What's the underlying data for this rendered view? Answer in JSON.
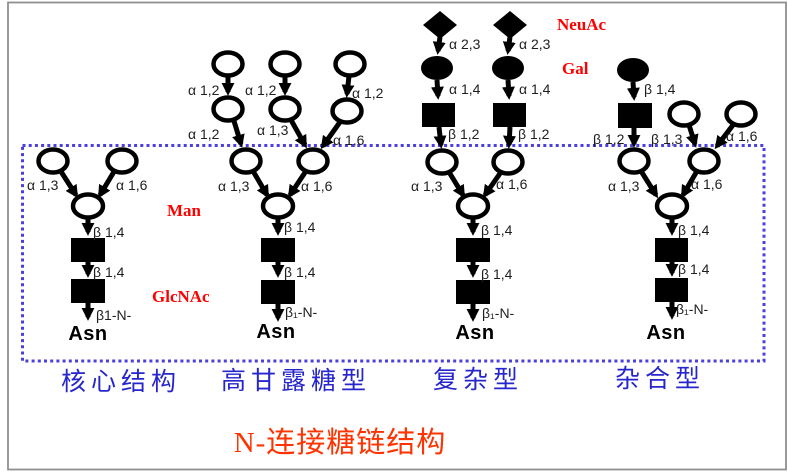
{
  "title": "N-连接糖链结构",
  "colors": {
    "accent_red": "#ff0000",
    "title_red": "#ff3300",
    "label_blue": "#2626cc",
    "dotted_border": "#4c3fe0"
  },
  "legend": {
    "man": "Man",
    "glcnac": "GlcNAc",
    "neuac": "NeuAc",
    "gal": "Gal"
  },
  "structures": {
    "core": {
      "name": "核心结构",
      "residue": "Asn",
      "links": {
        "a13": "α 1,3",
        "a16": "α 1,6",
        "b14a": "β 1,4",
        "b14b": "β 1,4",
        "b1n": "β1-N-"
      }
    },
    "high_mannose": {
      "name": "高甘露糖型",
      "residue": "Asn",
      "links": {
        "a12a": "α 1,2",
        "a12b": "α 1,2",
        "a12c": "α 1,2",
        "a12d": "α 1,2",
        "a13u": "α 1,3",
        "a16u": "α 1,6",
        "a13": "α 1,3",
        "a16": "α 1,6",
        "b14a": "β 1,4",
        "b14b": "β 1,4",
        "b1n": "β₁-N-"
      }
    },
    "complex": {
      "name": "复杂型",
      "residue": "Asn",
      "links": {
        "a23a": "α 2,3",
        "a23b": "α 2,3",
        "a14a": "α 1,4",
        "a14b": "α 1,4",
        "b12a": "β 1,2",
        "b12b": "β 1,2",
        "a13": "α 1,3",
        "a16": "α 1,6",
        "b14a": "β 1,4",
        "b14b": "β 1,4",
        "b1n": "β₁-N-"
      }
    },
    "hybrid": {
      "name": "杂合型",
      "residue": "Asn",
      "links": {
        "b14u": "β 1,4",
        "b12": "β 1,2",
        "b13": "β 1,3",
        "a16u": "α 1,6",
        "a13": "α 1,3",
        "a16": "α 1,6",
        "b14a": "β 1,4",
        "b14b": "β 1,4",
        "b1n": "β₁-N-"
      }
    }
  }
}
